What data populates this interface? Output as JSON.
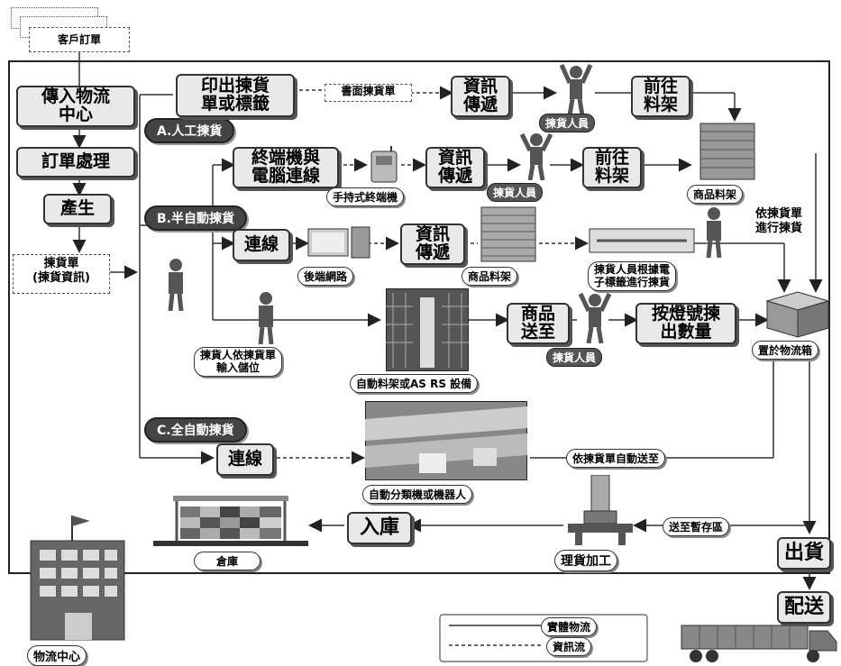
{
  "order": {
    "label": "客戶訂單"
  },
  "left_steps": {
    "logistics_center_in": "傳入物流\n中心",
    "order_processing": "訂單處理",
    "generate": "產生",
    "picking_list": "揀貨單\n(揀貨資訊)"
  },
  "sections": {
    "manual": "A.人工揀貨",
    "semi_auto": "B.半自動揀貨",
    "full_auto": "C.全自動揀貨"
  },
  "row_a": {
    "print": "印出揀貨\n單或標籤",
    "paper_list": "書面揀貨單",
    "info_transfer": "資訊\n傳遞",
    "picker": "揀貨人員",
    "go_shelf": "前往\n料架"
  },
  "row_b1": {
    "terminal": "終端機與\n電腦連線",
    "handheld": "手持式終端機",
    "info_transfer": "資訊\n傳遞",
    "picker": "揀貨人員",
    "go_shelf": "前往\n料架",
    "shelf": "商品料架"
  },
  "row_b2": {
    "connect": "連線",
    "backend": "後端網路",
    "info_transfer": "資訊\n傳遞",
    "shelf": "商品料架",
    "e_label": "揀貨人員根據電\n子標籤進行揀貨",
    "pick_by_list": "依揀貨單\n進行揀貨"
  },
  "row_b3": {
    "input_storage": "揀貨人依揀貨單\n輸入儲位",
    "asrs": "自動料架或AS RS 設備",
    "goods_arrive": "商品\n送至",
    "picker": "揀貨人員",
    "light_pick": "按燈號揀\n出數量",
    "box": "置於物流箱"
  },
  "row_c": {
    "connect": "連線",
    "sorter": "自動分類機或機器人",
    "auto_send": "依揀貨單自動送至"
  },
  "bottom": {
    "to_temp": "送至暫存區",
    "processing": "理貨加工",
    "storage_in": "入庫",
    "warehouse": "倉庫",
    "ship": "出貨",
    "deliver": "配送",
    "center": "物流中心"
  },
  "legend": {
    "physical": "實體物流",
    "info": "資訊流"
  }
}
